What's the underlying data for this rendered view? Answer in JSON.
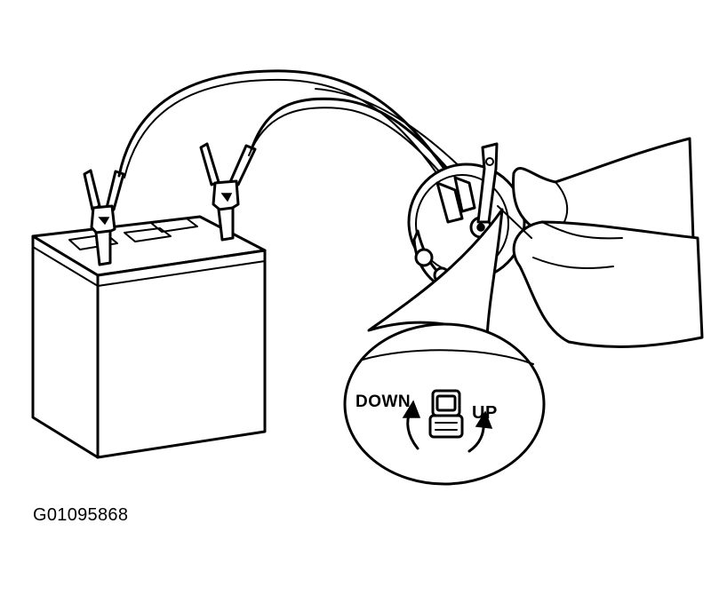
{
  "labels": {
    "down": "DOWN",
    "up": "UP",
    "figure_code": "G01095868"
  },
  "icons": [
    "battery-icon",
    "jumper-clamp-icon",
    "motor-assembly-icon",
    "hand-icon",
    "rotation-arrow-icon"
  ],
  "colors": {
    "ink": "#000000",
    "paper": "#ffffff"
  }
}
